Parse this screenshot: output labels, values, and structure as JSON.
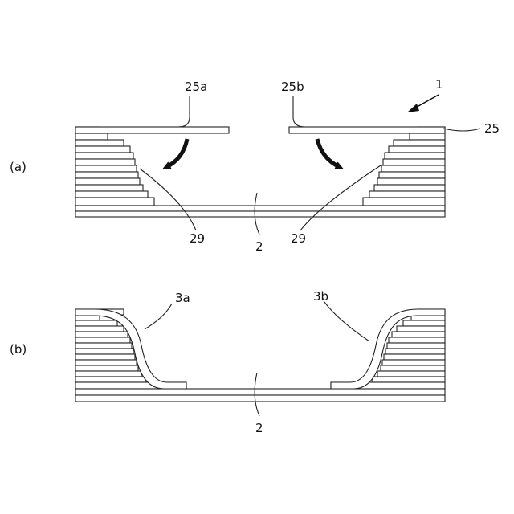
{
  "panels": {
    "a": {
      "panel_label": "(a)",
      "labels": {
        "flap_left": "25a",
        "flap_right": "25b",
        "device": "1",
        "sheet": "25",
        "edge_left": "29",
        "edge_right": "29",
        "recess": "2"
      }
    },
    "b": {
      "panel_label": "(b)",
      "labels": {
        "cover_left": "3a",
        "cover_right": "3b",
        "recess": "2"
      }
    }
  }
}
